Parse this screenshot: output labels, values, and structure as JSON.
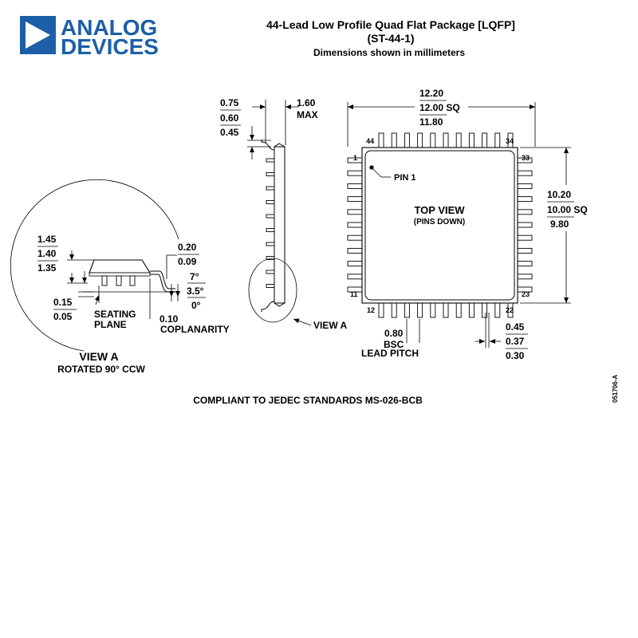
{
  "header": {
    "logo_line1": "ANALOG",
    "logo_line2": "DEVICES",
    "title": "44-Lead Low Profile Quad Flat Package [LQFP]",
    "code": "(ST-44-1)",
    "subtitle": "Dimensions shown in millimeters"
  },
  "side_view": {
    "lead_len_max": "0.75",
    "lead_len_nom": "0.60",
    "lead_len_min": "0.45",
    "height_val": "1.60",
    "height_note": "MAX",
    "callout": "VIEW A"
  },
  "top_view": {
    "outer_max": "12.20",
    "outer_nom": "12.00 SQ",
    "outer_min": "11.80",
    "body_max": "10.20",
    "body_nom": "10.00 SQ",
    "body_min": "9.80",
    "title": "TOP VIEW",
    "subtitle": "(PINS DOWN)",
    "pin1_label": "PIN 1",
    "pin_numbers": [
      "1",
      "11",
      "12",
      "22",
      "23",
      "33",
      "34",
      "44"
    ],
    "pitch_val": "0.80",
    "pitch_bsc": "BSC",
    "pitch_label": "LEAD PITCH",
    "width_max": "0.45",
    "width_nom": "0.37",
    "width_min": "0.30"
  },
  "view_a": {
    "height_max": "1.45",
    "height_nom": "1.40",
    "height_min": "1.35",
    "thick_max": "0.20",
    "thick_min": "0.09",
    "angle_max": "7°",
    "angle_nom": "3.5°",
    "angle_min": "0°",
    "standoff_max": "0.15",
    "standoff_min": "0.05",
    "seating1": "SEATING",
    "seating2": "PLANE",
    "coplan_val": "0.10",
    "coplan_label": "COPLANARITY",
    "title": "VIEW A",
    "subtitle": "ROTATED 90° CCW"
  },
  "footer": {
    "compliance": "COMPLIANT TO JEDEC STANDARDS MS-026-BCB",
    "drawing_id": "051706-A"
  },
  "colors": {
    "logo_blue": "#1c5fa8",
    "ink": "#000000"
  }
}
